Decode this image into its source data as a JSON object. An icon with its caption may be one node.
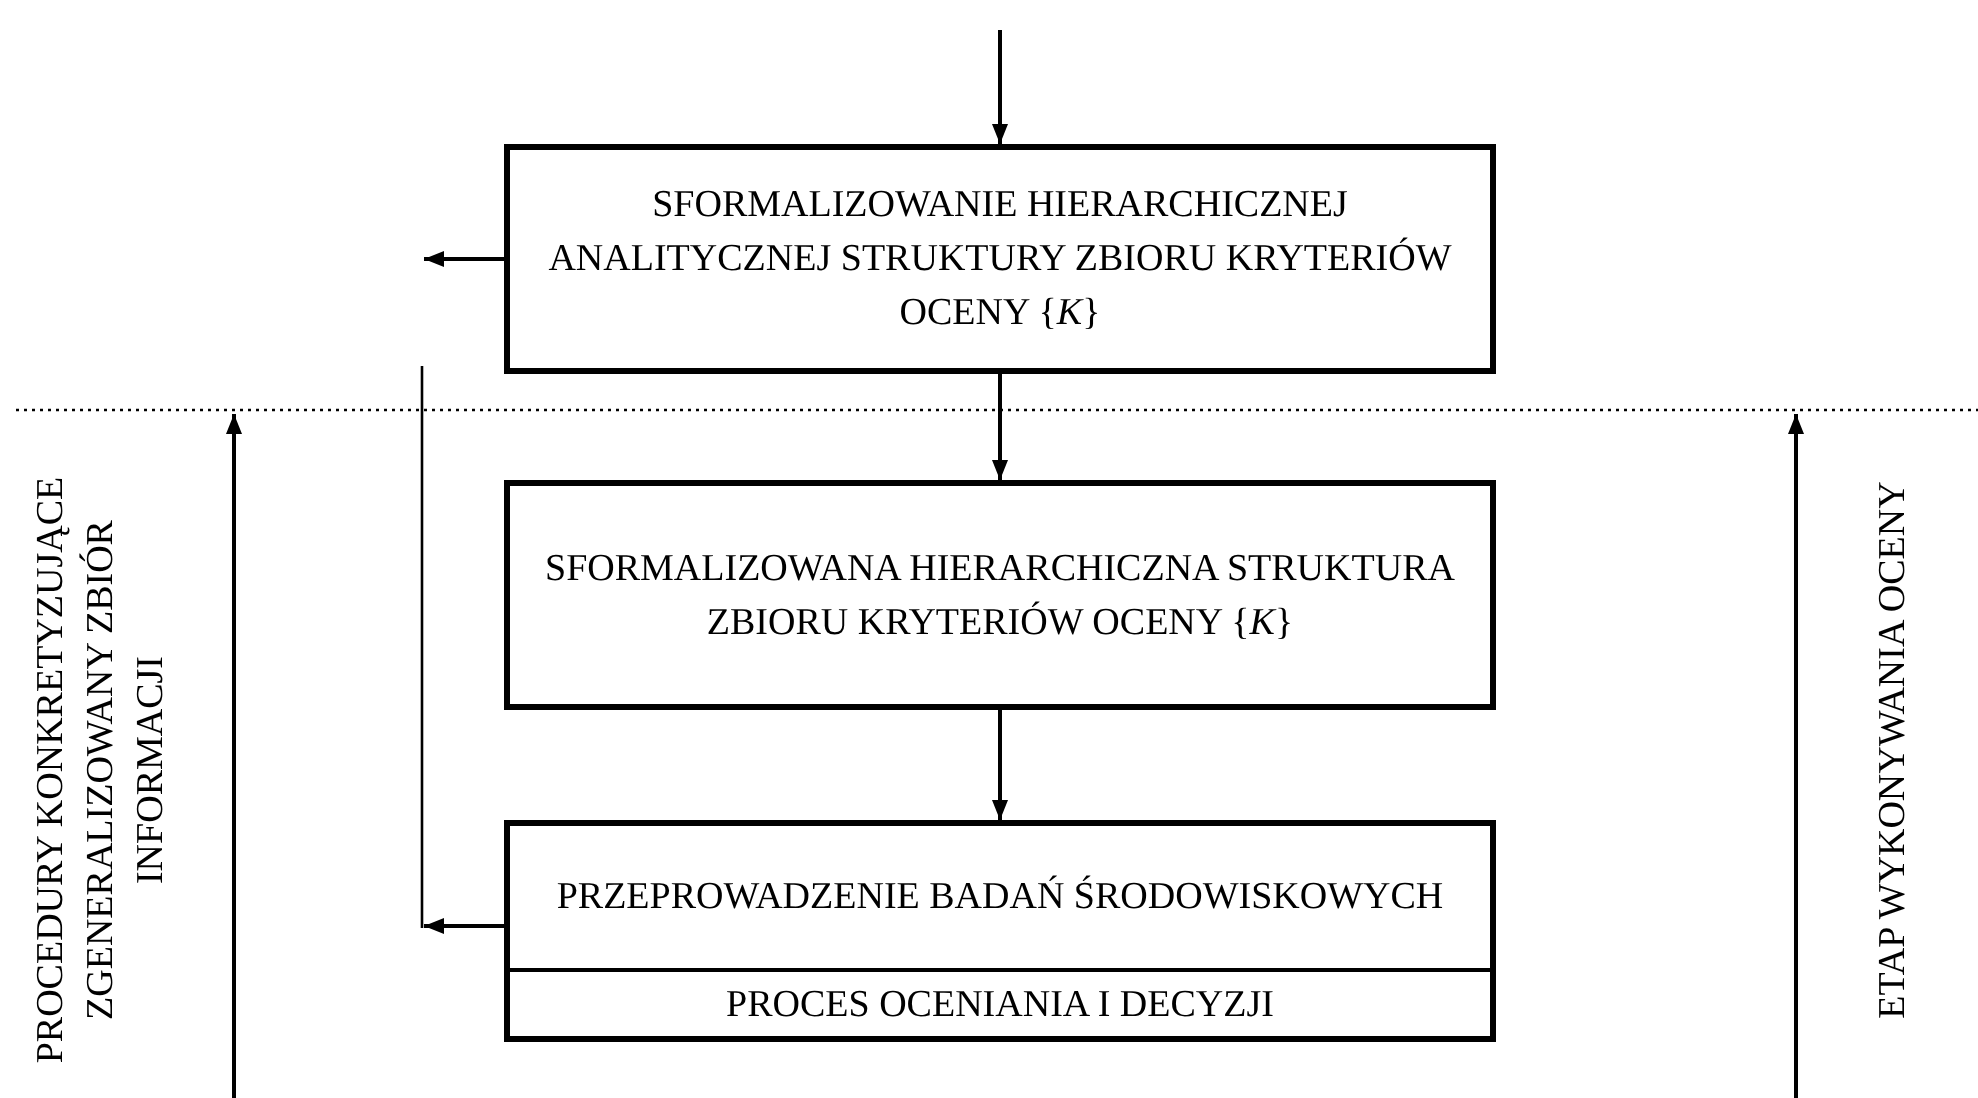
{
  "diagram": {
    "nodes": [
      {
        "text": [
          "SFORMALIZOWANIE HIERARCHICZNEJ ANALITYCZNEJ STRUKTURY ZBIORU KRYTERIÓW OCENY {*K*}"
        ]
      },
      {
        "text": [
          "SFORMALIZOWANA HIERARCHICZNA STRUKTURA ZBIORU KRYTERIÓW OCENY {*K*}"
        ]
      },
      {
        "text": [
          "PRZEPROWADZENIE BADAŃ ŚRODOWISKOWYCH",
          "PROCES OCENIANIA I DECYZJI"
        ]
      }
    ],
    "edges": [
      {
        "from": null,
        "to": 0,
        "arrow": "to"
      },
      {
        "from": 0,
        "to": null,
        "arrow": "to"
      },
      {
        "from": 0,
        "to": 1,
        "arrow": "to"
      },
      {
        "from": 1,
        "to": 2,
        "arrow": "to"
      },
      {
        "from": 2,
        "to": null,
        "arrow": "to"
      }
    ],
    "labels": [
      "PROCEDURY KONKRETYZUJĄCE ZGENERALIZOWANY ZBIÓR INFORMACJI",
      "ETAP WYKONYWANIA OCENY"
    ]
  }
}
